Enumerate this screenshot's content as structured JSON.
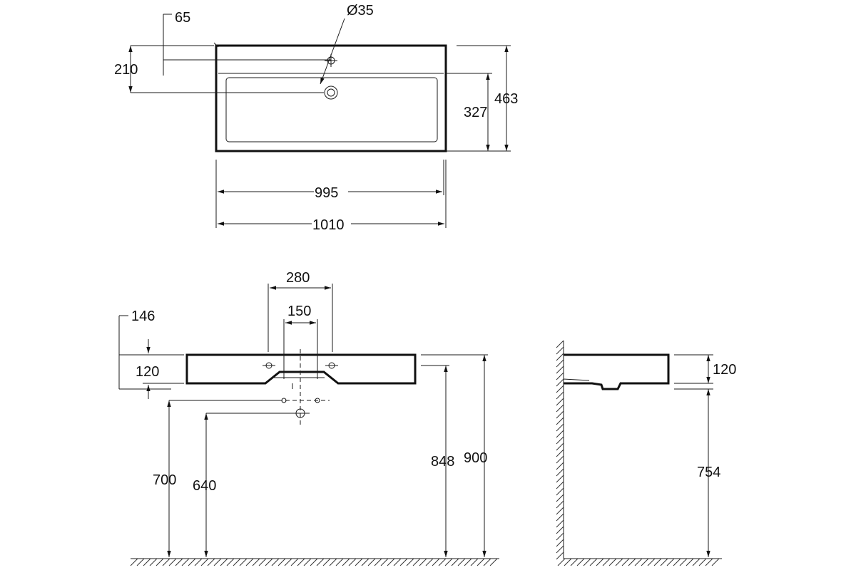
{
  "top_view": {
    "hole_diameter": "Ø35",
    "offset_65": "65",
    "depth_210": "210",
    "basin_327": "327",
    "total_463": "463",
    "inner_995": "995",
    "outer_1010": "1010"
  },
  "front_view": {
    "spacing_280": "280",
    "spacing_150": "150",
    "drop_146": "146",
    "thickness_120": "120",
    "height_700": "700",
    "height_640": "640",
    "height_848": "848",
    "height_900": "900"
  },
  "side_view": {
    "thickness_120": "120",
    "height_754": "754"
  }
}
